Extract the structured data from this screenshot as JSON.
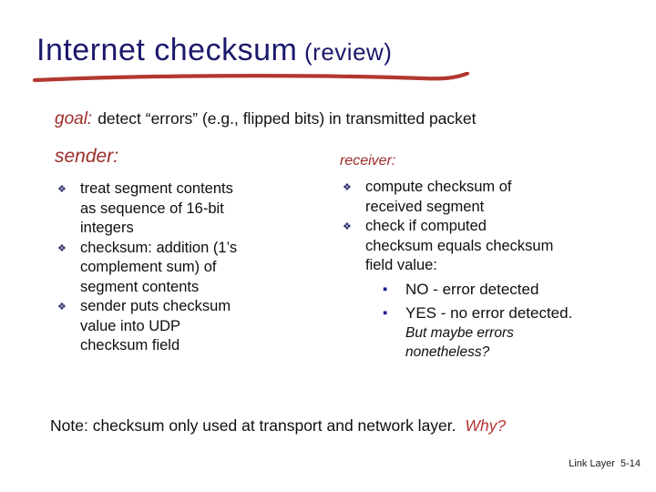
{
  "slide": {
    "title": {
      "main": "Internet checksum",
      "suffix": " (review)"
    },
    "goal": {
      "label": "goal:",
      "text": "detect “errors” (e.g., flipped bits) in transmitted packet"
    },
    "icons": {
      "diamond_bullet": "❖",
      "square_bullet": "▪"
    },
    "sender": {
      "heading": "sender:",
      "bullets": [
        {
          "text": "treat segment contents\nas sequence of 16-bit\nintegers"
        },
        {
          "text": "checksum: addition (1’s\ncomplement sum) of\nsegment contents"
        },
        {
          "text": "sender puts checksum\nvalue into UDP\nchecksum field"
        }
      ]
    },
    "receiver": {
      "heading": "receiver:",
      "bullets": [
        {
          "text": "compute checksum of\nreceived segment"
        },
        {
          "text": "check if computed\nchecksum equals checksum\nfield value:"
        }
      ],
      "sub_bullets": [
        {
          "text": "NO - error detected"
        },
        {
          "text": "YES - no error detected.",
          "note": "But maybe errors\nnonetheless?"
        }
      ]
    },
    "note": {
      "text": "Note: checksum only used at transport and network layer.",
      "why": "Why?"
    },
    "footer": {
      "label": "Link Layer",
      "page": "5-14"
    },
    "colors": {
      "title_navy": "#1b196b",
      "heading_red": "#9c2d28",
      "underline_red": "#b2382f",
      "why_red": "#b93431",
      "diamond_navy": "#2d2d6e",
      "square_blue": "#1c1c8c"
    }
  }
}
